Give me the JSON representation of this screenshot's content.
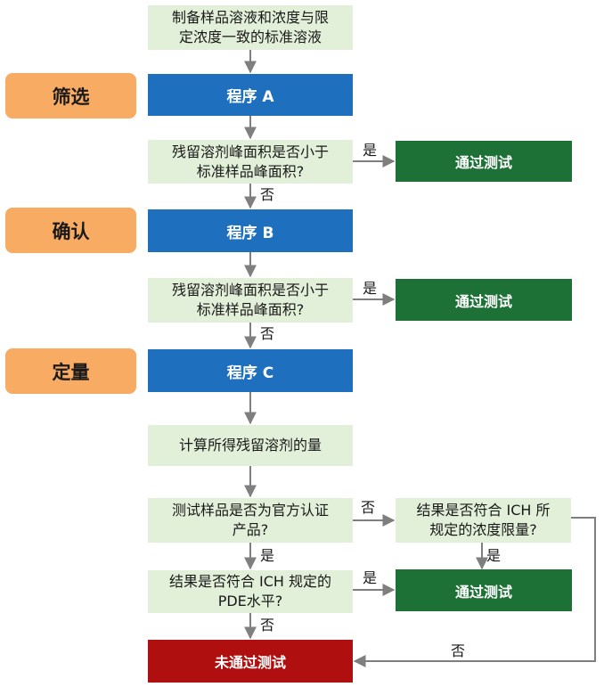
{
  "stages": {
    "screen": "筛选",
    "confirm": "确认",
    "quantify": "定量"
  },
  "nodes": {
    "prepare": "制备样品溶液和浓度与限\n定浓度一致的标准溶液",
    "procedure_a": "程序 A",
    "question_1": "残留溶剂峰面积是否小于\n标准样品峰面积?",
    "pass_1": "通过测试",
    "procedure_b": "程序 B",
    "question_2": "残留溶剂峰面积是否小于\n标准样品峰面积?",
    "pass_2": "通过测试",
    "procedure_c": "程序 C",
    "calculate": "计算所得残留溶剂的量",
    "question_official": "测试样品是否为官方认证\n产品?",
    "question_ich_limit": "结果是否符合 ICH 所\n规定的浓度限量?",
    "question_ich_pde": "结果是否符合 ICH 规定的\nPDE水平?",
    "pass_3": "通过测试",
    "fail": "未通过测试"
  },
  "edge_labels": {
    "yes_1": "是",
    "no_1": "否",
    "yes_2": "是",
    "no_2": "否",
    "no_official": "否",
    "yes_official": "是",
    "yes_ich_limit": "是",
    "yes_pde": "是",
    "no_pde": "否",
    "no_ich_limit": "否"
  },
  "colors": {
    "stage": "#f7ab63",
    "procedure": "#1f6fbf",
    "pass": "#1e7136",
    "fail": "#b00f0f",
    "step": "#e2efd9",
    "arrow": "#7f7f7f"
  }
}
